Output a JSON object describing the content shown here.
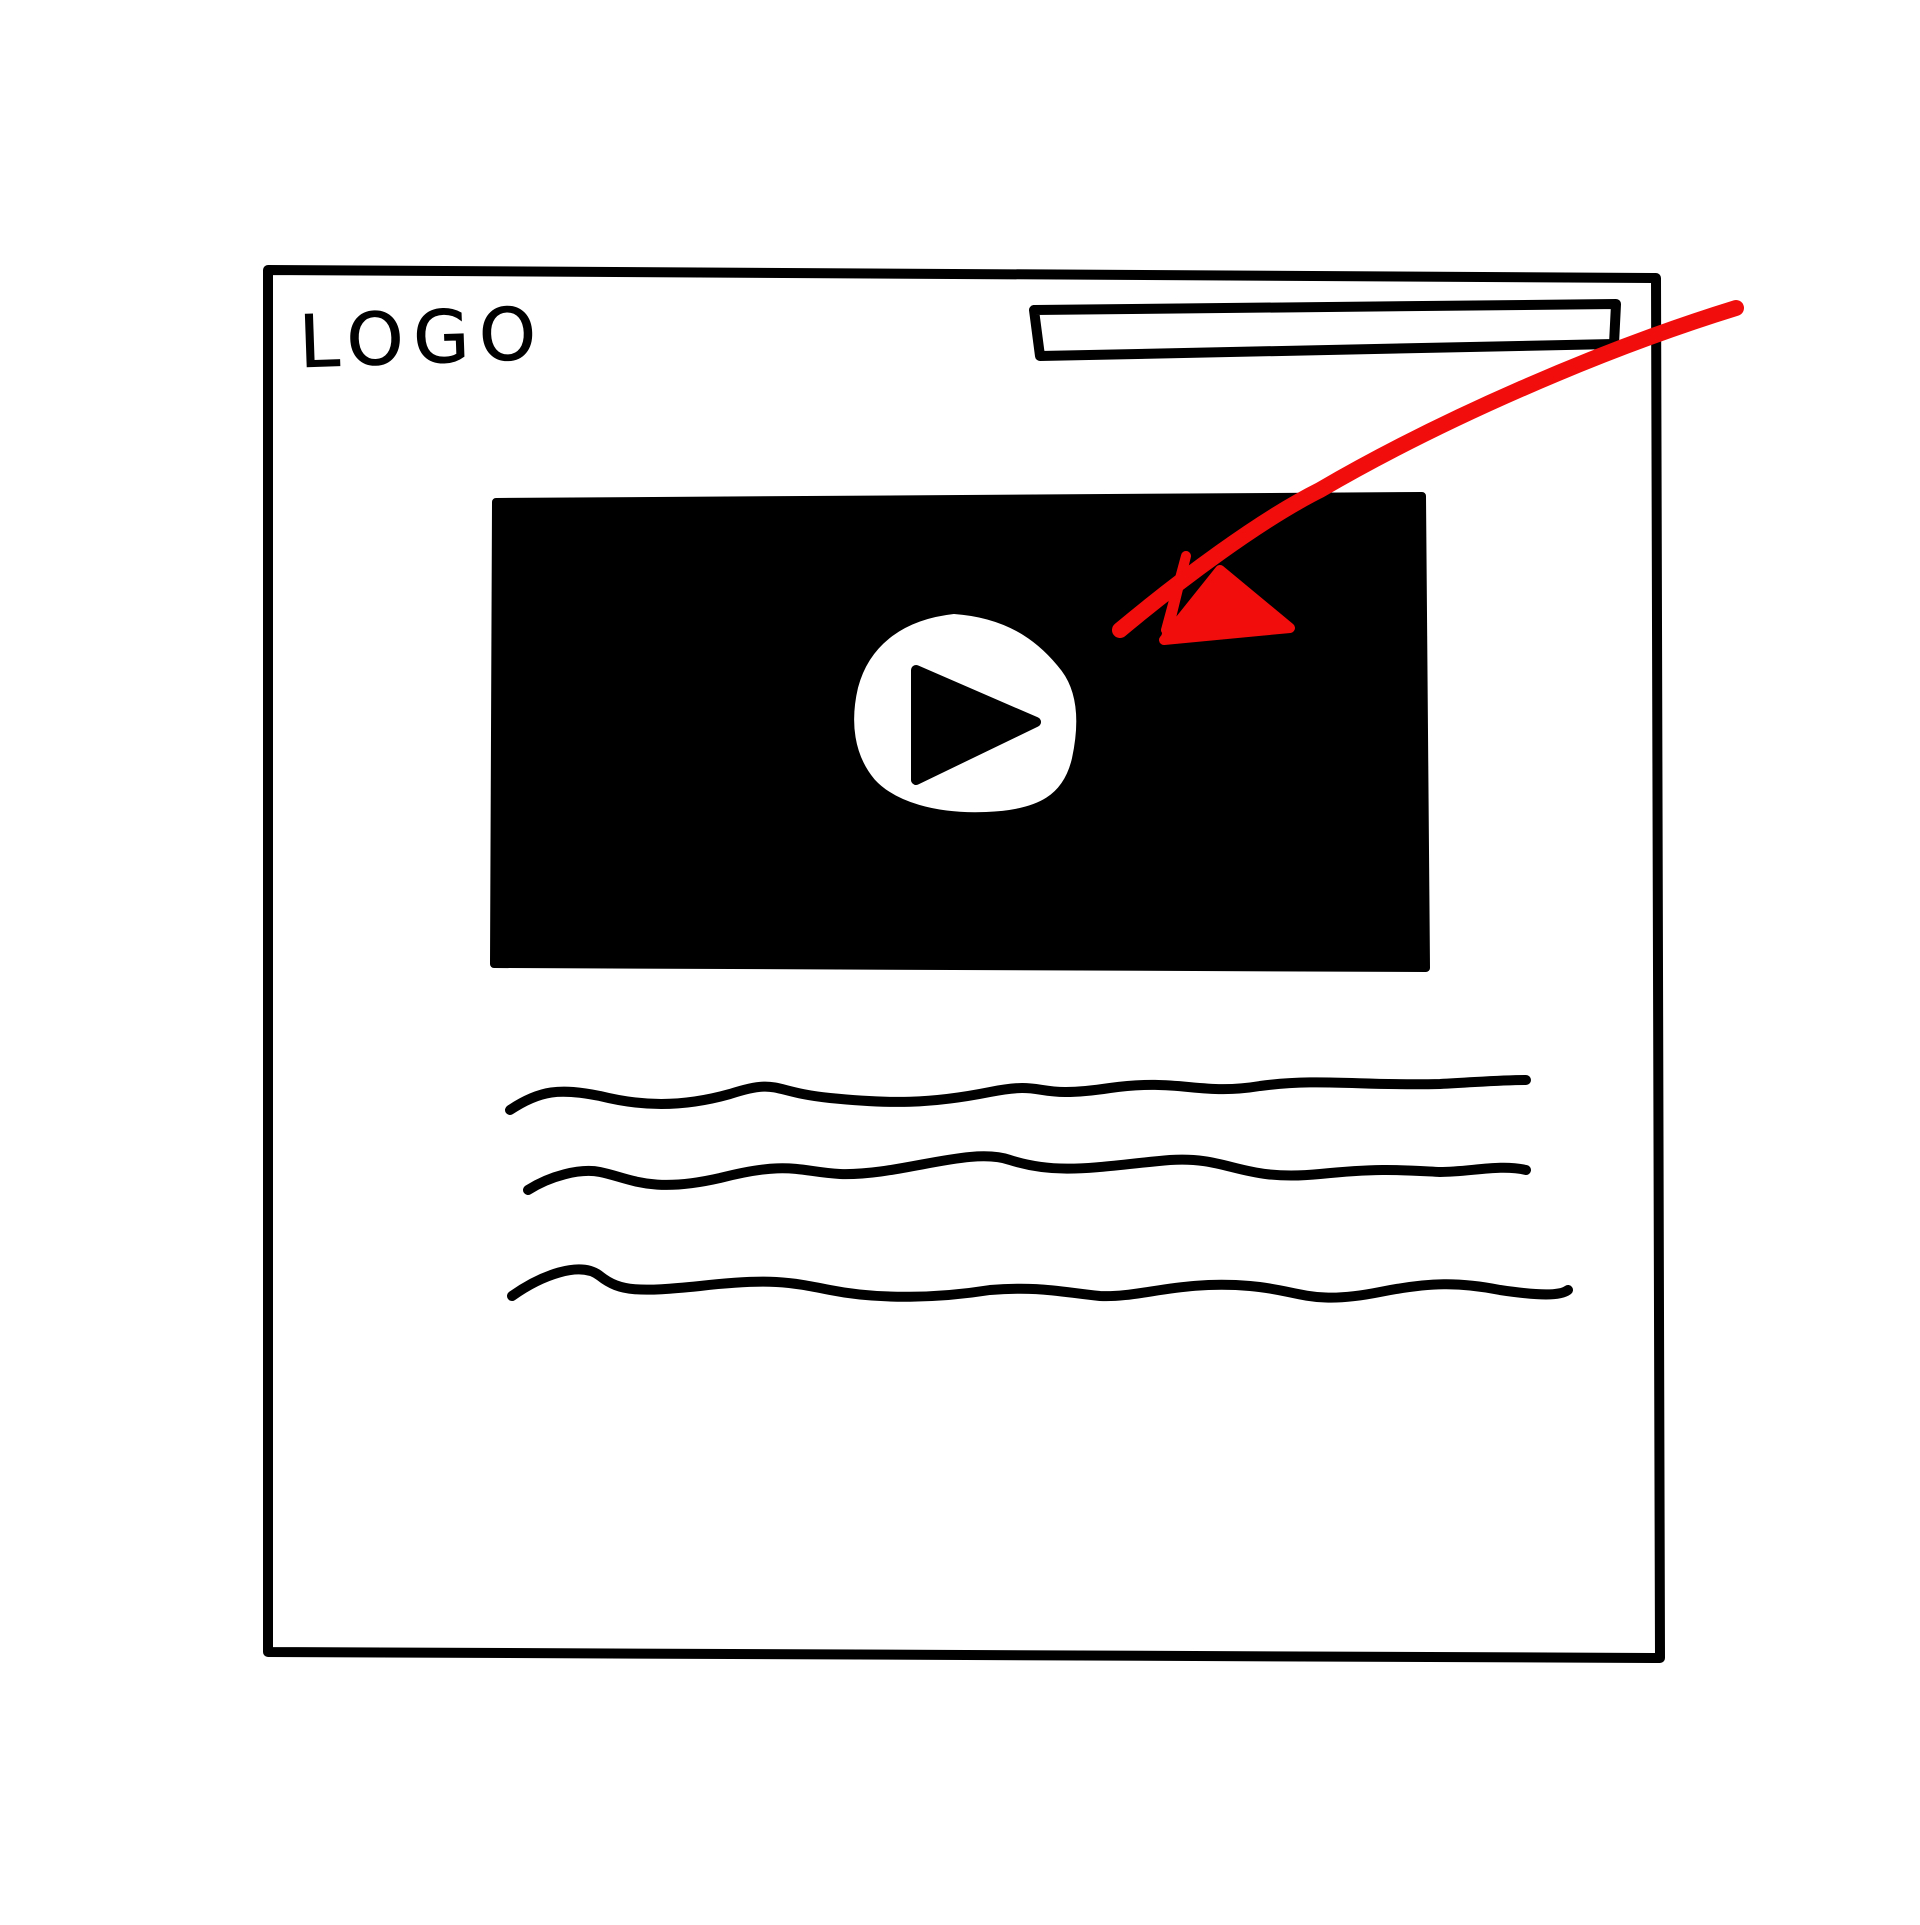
{
  "wireframe": {
    "logo_text": "LOGO",
    "colors": {
      "ink": "#000000",
      "annotation_arrow": "#f20d0d",
      "background": "#ffffff"
    },
    "elements": {
      "page_frame": "browser-page-frame",
      "header_bar": "empty-header-bar",
      "video_player": "video-player-placeholder",
      "play_icon": "play-icon",
      "body_text_lines": 3,
      "annotation": "red-arrow-pointing-to-video"
    }
  }
}
